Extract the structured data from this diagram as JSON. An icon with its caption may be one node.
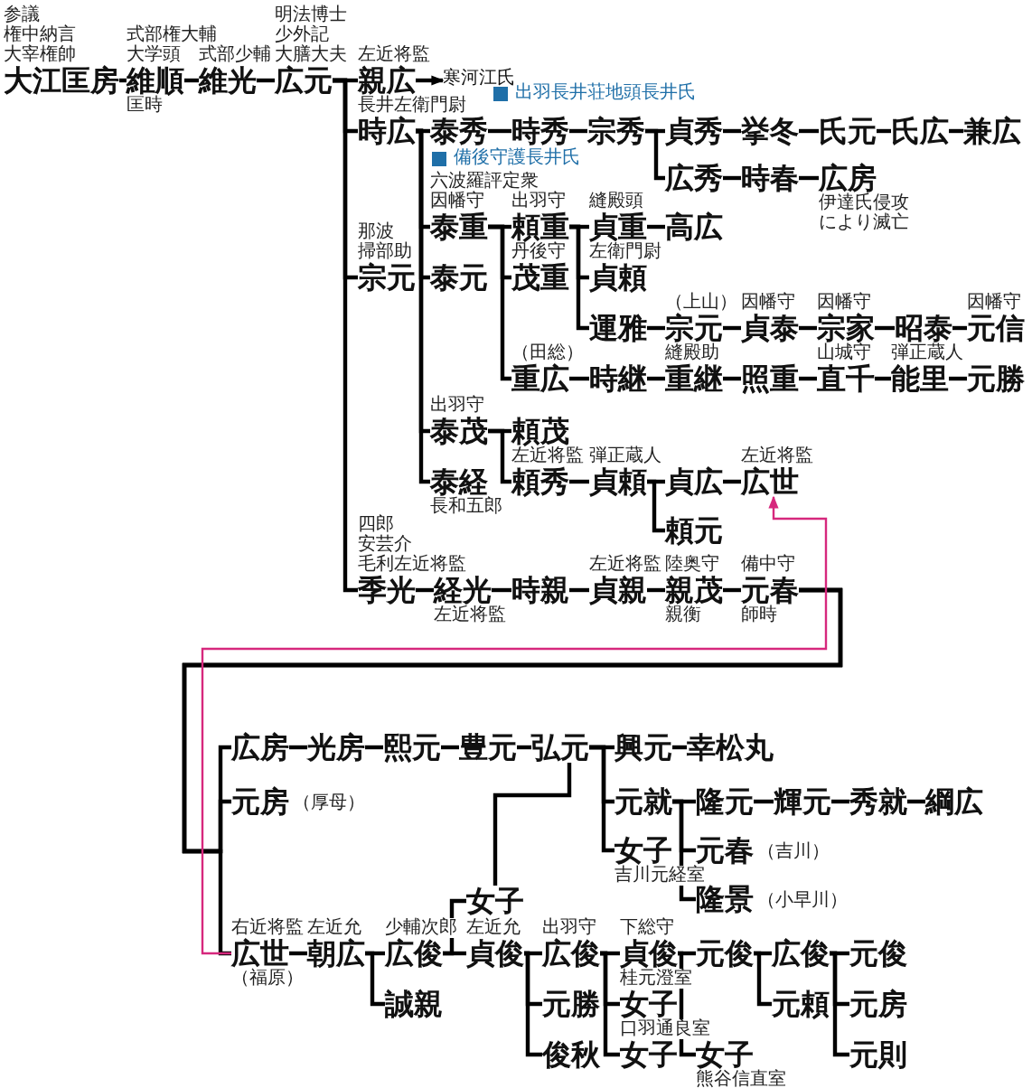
{
  "diagram": {
    "nodes": [
      {
        "text": [
          "大江匡房"
        ],
        "beside": [
          "参議",
          "権中納言",
          "大宰権帥"
        ]
      },
      {
        "text": [
          "維順"
        ],
        "beside": [
          "式部権大輔",
          "大学頭",
          "匡時"
        ]
      },
      {
        "text": [
          "維光"
        ],
        "beside": [
          "式部少輔"
        ]
      },
      {
        "text": [
          "広元"
        ],
        "beside": [
          "明法博士",
          "少外記",
          "大膳大夫"
        ]
      },
      {
        "text": [
          "親広"
        ],
        "beside": [
          "左近将監"
        ]
      },
      {
        "text": [
          "寒河江氏"
        ]
      },
      {
        "text": [
          "時広"
        ],
        "beside": [
          "長井左衛門尉"
        ]
      },
      {
        "text": [
          "泰秀"
        ]
      },
      {
        "text": [
          "時秀"
        ]
      },
      {
        "text": [
          "宗秀"
        ]
      },
      {
        "text": [
          "貞秀"
        ]
      },
      {
        "text": [
          "挙冬"
        ]
      },
      {
        "text": [
          "氏元"
        ]
      },
      {
        "text": [
          "氏広"
        ]
      },
      {
        "text": [
          "兼広"
        ]
      },
      {
        "text": [
          "広秀"
        ]
      },
      {
        "text": [
          "時春"
        ]
      },
      {
        "text": [
          "広房"
        ],
        "beside": [
          "伊達氏侵攻により滅亡"
        ]
      },
      {
        "text": [
          "宗元"
        ],
        "beside": [
          "那波",
          "掃部助"
        ]
      },
      {
        "text": [
          "泰重"
        ],
        "beside": [
          "六波羅評定衆",
          "因幡守"
        ]
      },
      {
        "text": [
          "泰元"
        ]
      },
      {
        "text": [
          "頼重"
        ],
        "beside": [
          "出羽守"
        ]
      },
      {
        "text": [
          "茂重"
        ],
        "beside": [
          "丹後守"
        ]
      },
      {
        "text": [
          "貞重"
        ],
        "beside": [
          "縫殿頭"
        ]
      },
      {
        "text": [
          "高広"
        ]
      },
      {
        "text": [
          "貞頼"
        ],
        "beside": [
          "左衛門尉"
        ]
      },
      {
        "text": [
          "運雅"
        ]
      },
      {
        "text": [
          "宗元"
        ],
        "beside": [
          "（上山）"
        ]
      },
      {
        "text": [
          "貞泰"
        ],
        "beside": [
          "因幡守"
        ]
      },
      {
        "text": [
          "宗家"
        ],
        "beside": [
          "因幡守"
        ]
      },
      {
        "text": [
          "昭泰"
        ]
      },
      {
        "text": [
          "元信"
        ],
        "beside": [
          "因幡守"
        ]
      },
      {
        "text": [
          "重広"
        ],
        "beside": [
          "（田総）"
        ]
      },
      {
        "text": [
          "時継"
        ]
      },
      {
        "text": [
          "重継"
        ],
        "beside": [
          "縫殿助"
        ]
      },
      {
        "text": [
          "照重"
        ]
      },
      {
        "text": [
          "直千"
        ],
        "beside": [
          "山城守"
        ]
      },
      {
        "text": [
          "能里"
        ],
        "beside": [
          "弾正蔵人"
        ]
      },
      {
        "text": [
          "元勝"
        ]
      },
      {
        "text": [
          "泰茂"
        ],
        "beside": [
          "出羽守"
        ]
      },
      {
        "text": [
          "頼茂"
        ]
      },
      {
        "text": [
          "泰経"
        ],
        "beside": [
          "長和五郎"
        ]
      },
      {
        "text": [
          "頼秀"
        ],
        "beside": [
          "左近将監"
        ]
      },
      {
        "text": [
          "貞頼"
        ],
        "beside": [
          "弾正蔵人"
        ]
      },
      {
        "text": [
          "貞広"
        ]
      },
      {
        "text": [
          "広世"
        ],
        "beside": [
          "左近将監"
        ]
      },
      {
        "text": [
          "頼元"
        ]
      },
      {
        "text": [
          "季光"
        ],
        "beside": [
          "四郎",
          "安芸介",
          "毛利左近将監"
        ]
      },
      {
        "text": [
          "経光"
        ],
        "beside": [
          "左近将監"
        ]
      },
      {
        "text": [
          "時親"
        ]
      },
      {
        "text": [
          "貞親"
        ],
        "beside": [
          "左近将監"
        ]
      },
      {
        "text": [
          "親茂"
        ],
        "beside": [
          "陸奥守",
          "親衡"
        ]
      },
      {
        "text": [
          "元春"
        ],
        "beside": [
          "備中守",
          "師時"
        ]
      },
      {
        "text": [
          "広房"
        ]
      },
      {
        "text": [
          "光房"
        ]
      },
      {
        "text": [
          "熙元"
        ]
      },
      {
        "text": [
          "豊元"
        ]
      },
      {
        "text": [
          "弘元"
        ]
      },
      {
        "text": [
          "興元"
        ]
      },
      {
        "text": [
          "幸松丸"
        ]
      },
      {
        "text": [
          "元房"
        ],
        "beside": [
          "（厚母）"
        ]
      },
      {
        "text": [
          "元就"
        ]
      },
      {
        "text": [
          "隆元"
        ]
      },
      {
        "text": [
          "輝元"
        ]
      },
      {
        "text": [
          "秀就"
        ]
      },
      {
        "text": [
          "綱広"
        ]
      },
      {
        "text": [
          "女子"
        ],
        "beside": [
          "吉川元経室"
        ]
      },
      {
        "text": [
          "元春"
        ],
        "beside": [
          "（吉川）"
        ]
      },
      {
        "text": [
          "隆景"
        ],
        "beside": [
          "（小早川）"
        ]
      },
      {
        "text": [
          "広世"
        ],
        "beside": [
          "右近将監",
          "（福原）"
        ]
      },
      {
        "text": [
          "朝広"
        ],
        "beside": [
          "左近允"
        ]
      },
      {
        "text": [
          "広俊"
        ],
        "beside": [
          "少輔次郎"
        ]
      },
      {
        "text": [
          "誠親"
        ]
      },
      {
        "text": [
          "女子"
        ]
      },
      {
        "text": [
          "貞俊"
        ],
        "beside": [
          "左近允"
        ]
      },
      {
        "text": [
          "広俊"
        ],
        "beside": [
          "出羽守"
        ]
      },
      {
        "text": [
          "元勝"
        ]
      },
      {
        "text": [
          "俊秋"
        ]
      },
      {
        "text": [
          "貞俊"
        ],
        "beside": [
          "下総守"
        ]
      },
      {
        "text": [
          "女子"
        ],
        "beside": [
          "桂元澄室"
        ]
      },
      {
        "text": [
          "女子"
        ],
        "beside": [
          "口羽通良室"
        ]
      },
      {
        "text": [
          "女子"
        ],
        "beside": [
          "熊谷信直室"
        ]
      },
      {
        "text": [
          "元俊"
        ]
      },
      {
        "text": [
          "広俊"
        ]
      },
      {
        "text": [
          "元頼"
        ]
      },
      {
        "text": [
          "元俊"
        ]
      },
      {
        "text": [
          "元房"
        ]
      },
      {
        "text": [
          "元則"
        ]
      }
    ],
    "edges": [
      {
        "from": 0,
        "to": 1,
        "arrow": "none"
      },
      {
        "from": 1,
        "to": 2,
        "arrow": "none"
      },
      {
        "from": 2,
        "to": 3,
        "arrow": "none"
      },
      {
        "from": 3,
        "to": 4,
        "arrow": "none"
      },
      {
        "from": 4,
        "to": 5,
        "arrow": "to"
      },
      {
        "from": 3,
        "to": 6,
        "arrow": "none"
      },
      {
        "from": 6,
        "to": 7,
        "arrow": "none"
      },
      {
        "from": 7,
        "to": 8,
        "arrow": "none"
      },
      {
        "from": 8,
        "to": 9,
        "arrow": "none"
      },
      {
        "from": 9,
        "to": 10,
        "arrow": "none"
      },
      {
        "from": 10,
        "to": 11,
        "arrow": "none"
      },
      {
        "from": 11,
        "to": 12,
        "arrow": "none"
      },
      {
        "from": 12,
        "to": 13,
        "arrow": "none"
      },
      {
        "from": 13,
        "to": 14,
        "arrow": "none"
      },
      {
        "from": 9,
        "to": 15,
        "arrow": "none"
      },
      {
        "from": 15,
        "to": 16,
        "arrow": "none"
      },
      {
        "from": 16,
        "to": 17,
        "arrow": "none"
      },
      {
        "from": 3,
        "to": 18,
        "arrow": "none"
      },
      {
        "from": 6,
        "to": 19,
        "arrow": "none"
      },
      {
        "from": 6,
        "to": 20,
        "arrow": "none"
      },
      {
        "from": 19,
        "to": 21,
        "arrow": "none"
      },
      {
        "from": 19,
        "to": 22,
        "arrow": "none"
      },
      {
        "from": 21,
        "to": 23,
        "arrow": "none"
      },
      {
        "from": 23,
        "to": 24,
        "arrow": "none"
      },
      {
        "from": 21,
        "to": 25,
        "arrow": "none"
      },
      {
        "from": 21,
        "to": 26,
        "arrow": "none"
      },
      {
        "from": 26,
        "to": 27,
        "arrow": "none"
      },
      {
        "from": 27,
        "to": 28,
        "arrow": "none"
      },
      {
        "from": 28,
        "to": 29,
        "arrow": "none"
      },
      {
        "from": 29,
        "to": 30,
        "arrow": "none"
      },
      {
        "from": 30,
        "to": 31,
        "arrow": "none"
      },
      {
        "from": 19,
        "to": 32,
        "arrow": "none"
      },
      {
        "from": 32,
        "to": 33,
        "arrow": "none"
      },
      {
        "from": 33,
        "to": 34,
        "arrow": "none"
      },
      {
        "from": 34,
        "to": 35,
        "arrow": "none"
      },
      {
        "from": 35,
        "to": 36,
        "arrow": "none"
      },
      {
        "from": 36,
        "to": 37,
        "arrow": "none"
      },
      {
        "from": 37,
        "to": 38,
        "arrow": "none"
      },
      {
        "from": 6,
        "to": 39,
        "arrow": "none"
      },
      {
        "from": 39,
        "to": 40,
        "arrow": "none"
      },
      {
        "from": 6,
        "to": 41,
        "arrow": "none"
      },
      {
        "from": 39,
        "to": 42,
        "arrow": "none"
      },
      {
        "from": 42,
        "to": 43,
        "arrow": "none"
      },
      {
        "from": 43,
        "to": 44,
        "arrow": "none"
      },
      {
        "from": 44,
        "to": 45,
        "arrow": "none"
      },
      {
        "from": 43,
        "to": 46,
        "arrow": "none"
      },
      {
        "from": 3,
        "to": 47,
        "arrow": "none"
      },
      {
        "from": 47,
        "to": 48,
        "arrow": "none"
      },
      {
        "from": 48,
        "to": 49,
        "arrow": "none"
      },
      {
        "from": 49,
        "to": 50,
        "arrow": "none"
      },
      {
        "from": 50,
        "to": 51,
        "arrow": "none"
      },
      {
        "from": 51,
        "to": 52,
        "arrow": "none"
      },
      {
        "from": 52,
        "to": 53,
        "arrow": "none"
      },
      {
        "from": 53,
        "to": 54,
        "arrow": "none"
      },
      {
        "from": 54,
        "to": 55,
        "arrow": "none"
      },
      {
        "from": 55,
        "to": 56,
        "arrow": "none"
      },
      {
        "from": 56,
        "to": 57,
        "arrow": "none"
      },
      {
        "from": 57,
        "to": 58,
        "arrow": "none"
      },
      {
        "from": 58,
        "to": 59,
        "arrow": "none"
      },
      {
        "from": 52,
        "to": 60,
        "arrow": "none"
      },
      {
        "from": 57,
        "to": 61,
        "arrow": "none"
      },
      {
        "from": 61,
        "to": 62,
        "arrow": "none"
      },
      {
        "from": 62,
        "to": 63,
        "arrow": "none"
      },
      {
        "from": 63,
        "to": 64,
        "arrow": "none"
      },
      {
        "from": 64,
        "to": 65,
        "arrow": "none"
      },
      {
        "from": 57,
        "to": 66,
        "arrow": "none"
      },
      {
        "from": 61,
        "to": 67,
        "arrow": "none"
      },
      {
        "from": 61,
        "to": 68,
        "arrow": "none"
      },
      {
        "from": 52,
        "to": 69,
        "arrow": "none"
      },
      {
        "from": 69,
        "to": 45,
        "arrow": "to",
        "color": "#d6287d"
      },
      {
        "from": 69,
        "to": 70,
        "arrow": "none"
      },
      {
        "from": 70,
        "to": 71,
        "arrow": "none"
      },
      {
        "from": 70,
        "to": 72,
        "arrow": "none"
      },
      {
        "from": 71,
        "to": 73,
        "arrow": "none"
      },
      {
        "from": 73,
        "to": 57,
        "arrow": "none"
      },
      {
        "from": 71,
        "to": 74,
        "arrow": "none"
      },
      {
        "from": 74,
        "to": 75,
        "arrow": "none"
      },
      {
        "from": 74,
        "to": 76,
        "arrow": "none"
      },
      {
        "from": 74,
        "to": 77,
        "arrow": "none"
      },
      {
        "from": 75,
        "to": 78,
        "arrow": "none"
      },
      {
        "from": 75,
        "to": 79,
        "arrow": "none"
      },
      {
        "from": 75,
        "to": 80,
        "arrow": "none"
      },
      {
        "from": 78,
        "to": 81,
        "arrow": "none"
      },
      {
        "from": 78,
        "to": 82,
        "arrow": "none"
      },
      {
        "from": 82,
        "to": 83,
        "arrow": "none"
      },
      {
        "from": 82,
        "to": 84,
        "arrow": "none"
      },
      {
        "from": 83,
        "to": 85,
        "arrow": "none"
      },
      {
        "from": 83,
        "to": 86,
        "arrow": "none"
      },
      {
        "from": 83,
        "to": 87,
        "arrow": "none"
      }
    ],
    "legend": [
      {
        "text": "出羽長井荘地頭長井氏",
        "color": "#1f6fa8"
      },
      {
        "text": "備後守護長井氏",
        "color": "#1f6fa8"
      }
    ]
  }
}
